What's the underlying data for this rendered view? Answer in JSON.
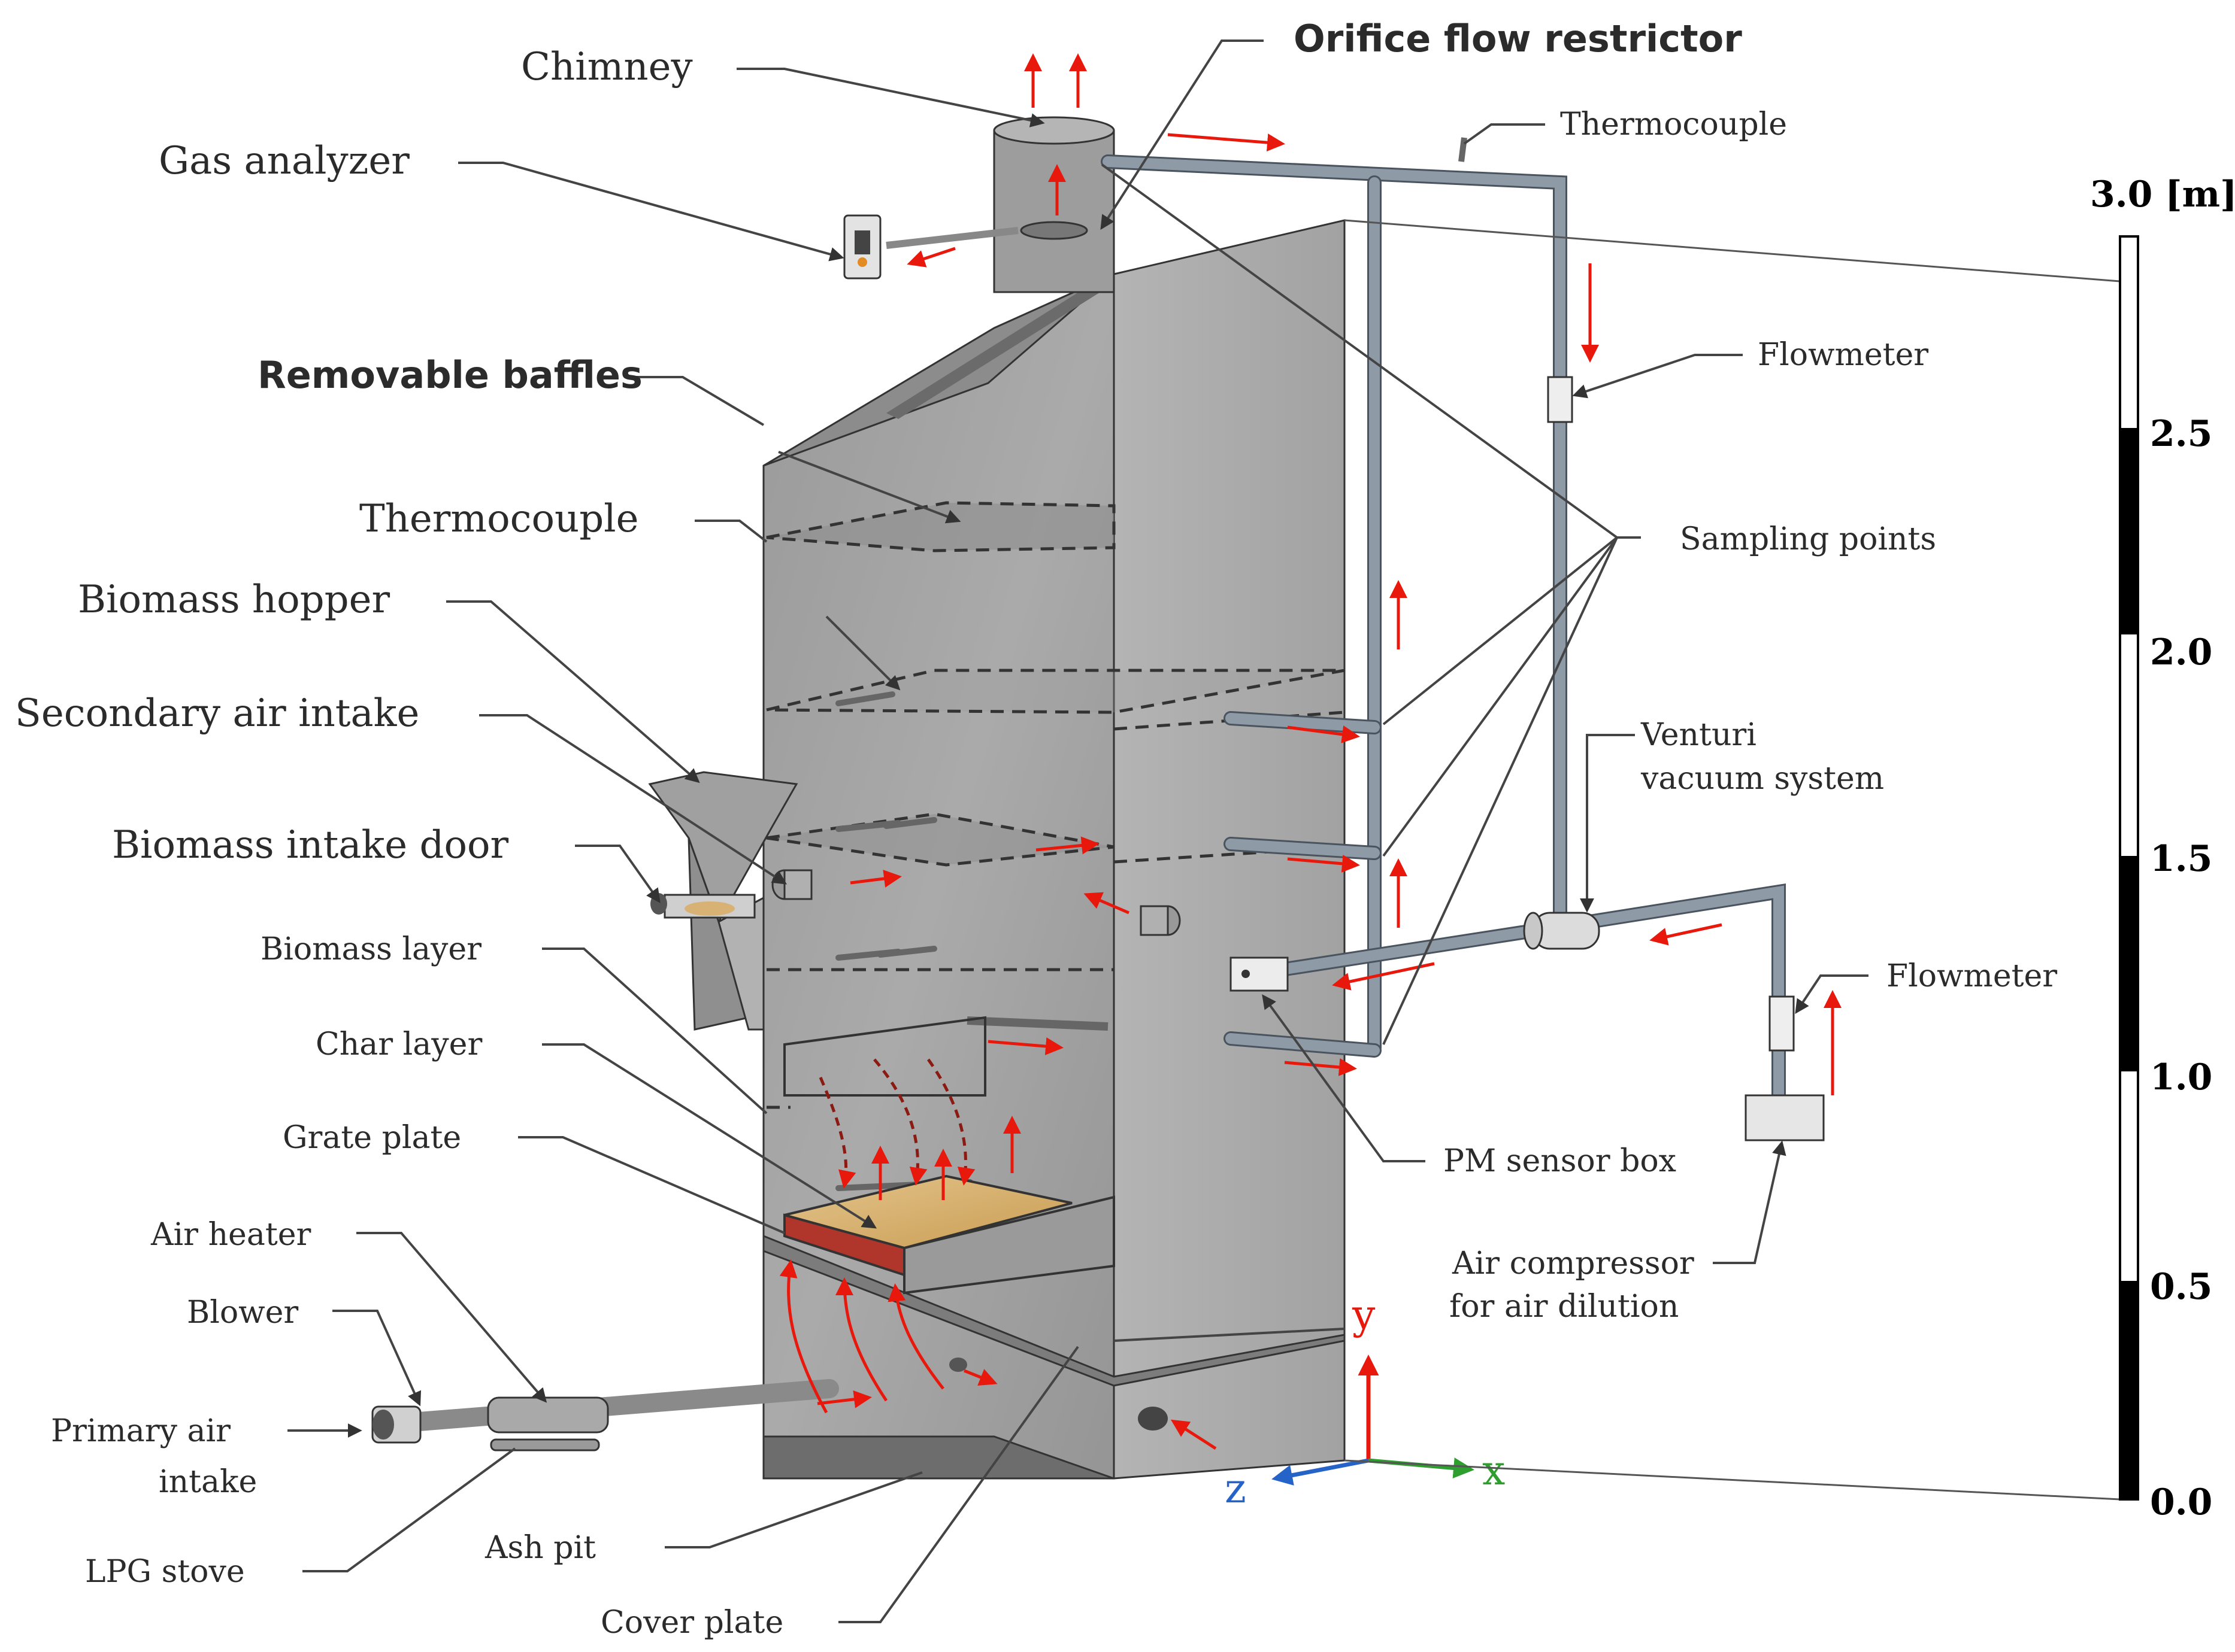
{
  "labels": {
    "chimney": "Chimney",
    "orifice": "Orifice flow restrictor",
    "thermocouple_top": "Thermocouple",
    "gas_analyzer": "Gas analyzer",
    "flowmeter_top": "Flowmeter",
    "removable_baffles": "Removable baffles",
    "thermocouple_left": "Thermocouple",
    "sampling_points": "Sampling points",
    "biomass_hopper": "Biomass hopper",
    "secondary_air": "Secondary air intake",
    "venturi_1": "Venturi",
    "venturi_2": "vacuum system",
    "biomass_door": "Biomass intake door",
    "flowmeter_right": "Flowmeter",
    "biomass_layer": "Biomass layer",
    "char_layer": "Char layer",
    "pm_sensor": "PM sensor box",
    "grate_plate": "Grate plate",
    "air_heater": "Air heater",
    "air_comp_1": "Air compressor",
    "air_comp_2": "for air dilution",
    "blower": "Blower",
    "primary_air_1": "Primary air",
    "primary_air_2": "intake",
    "lpg": "LPG stove",
    "ash_pit": "Ash pit",
    "cover_plate": "Cover plate"
  },
  "axes": {
    "x": "x",
    "y": "y",
    "z": "z"
  },
  "scale": {
    "unit_label": "3.0 [m]",
    "ticks": [
      "2.5",
      "2.0",
      "1.5",
      "1.0",
      "0.5",
      "0.0"
    ]
  },
  "colors": {
    "steel": "#a7a7a7",
    "steel_dark": "#8a8a8a",
    "flow_arrow": "#e8190c",
    "axis_x": "#2e9e2e",
    "axis_y": "#e8190c",
    "axis_z": "#2563c9",
    "pipe": "#8e9aa6"
  }
}
